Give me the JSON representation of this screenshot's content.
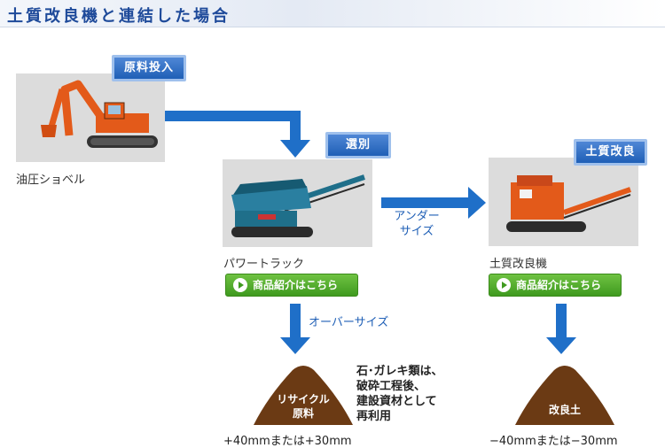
{
  "title": "土質改良機と連結した場合",
  "badges": {
    "feed": "原料投入",
    "sort": "選別",
    "improve": "土質改良"
  },
  "captions": {
    "excavator": "油圧ショベル",
    "power_track": "パワートラック",
    "improver": "土質改良機"
  },
  "buttons": {
    "product_info_1": "商品紹介はこちら",
    "product_info_2": "商品紹介はこちら"
  },
  "flow_labels": {
    "under_line1": "アンダー",
    "under_line2": "サイズ",
    "over": "オーバーサイズ"
  },
  "piles": {
    "recycle_line1": "リサイクル",
    "recycle_line2": "原料",
    "improved": "改良土"
  },
  "sizes": {
    "recycle": "+40mmまたは+30mm",
    "improved": "−40mmまたは−30mm"
  },
  "note_lines": [
    "石･ガレキ類は、",
    "破砕工程後、",
    "建設資材として",
    "再利用"
  ],
  "colors": {
    "accent_blue": "#1f6fc8",
    "button_green": "#4aa82a",
    "pile_brown": "#6b3a14",
    "machine_orange": "#e35a1a",
    "screen_teal": "#1f6f8a"
  }
}
